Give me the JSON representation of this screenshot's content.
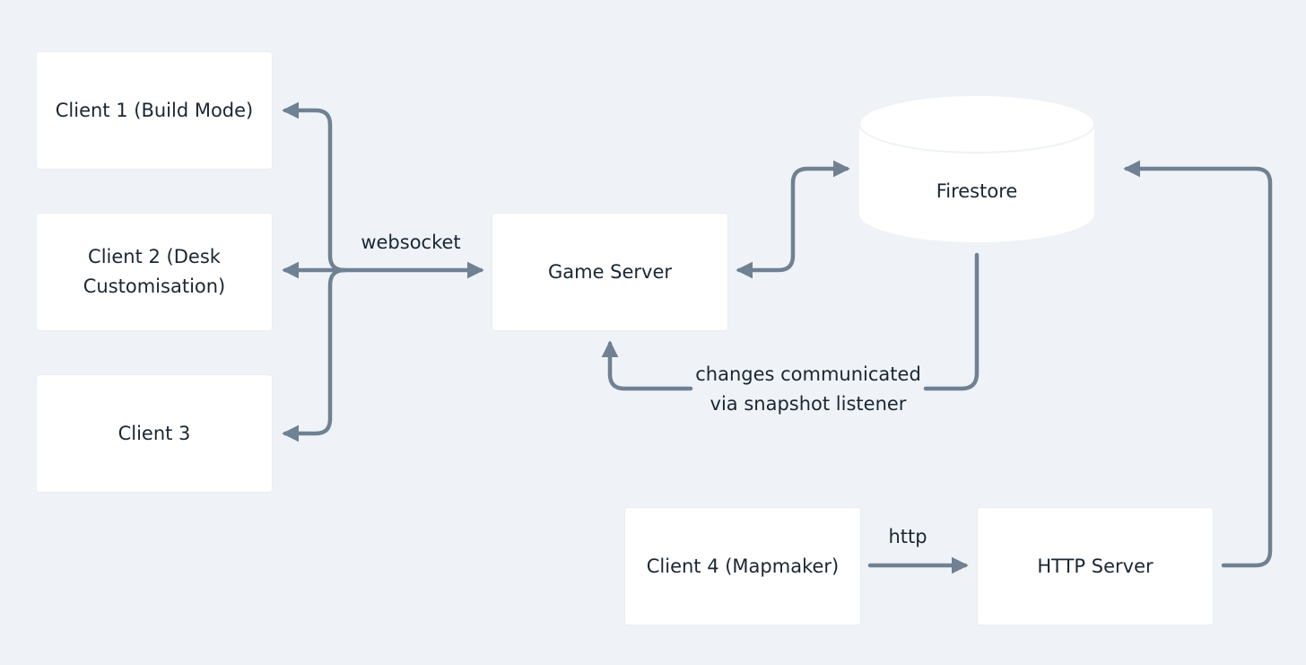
{
  "nodes": {
    "client1": "Client 1 (Build Mode)",
    "client2_line1": "Client 2 (Desk",
    "client2_line2": "Customisation)",
    "client3": "Client 3",
    "game_server": "Game Server",
    "firestore": "Firestore",
    "client4": "Client 4 (Mapmaker)",
    "http_server": "HTTP Server"
  },
  "edges": {
    "websocket": "websocket",
    "snapshot_line1": "changes communicated",
    "snapshot_line2": "via snapshot listener",
    "http": "http"
  },
  "colors": {
    "background": "#eff3f7",
    "box": "#ffffff",
    "arrow": "#6f8193",
    "text": "#1b2632"
  }
}
